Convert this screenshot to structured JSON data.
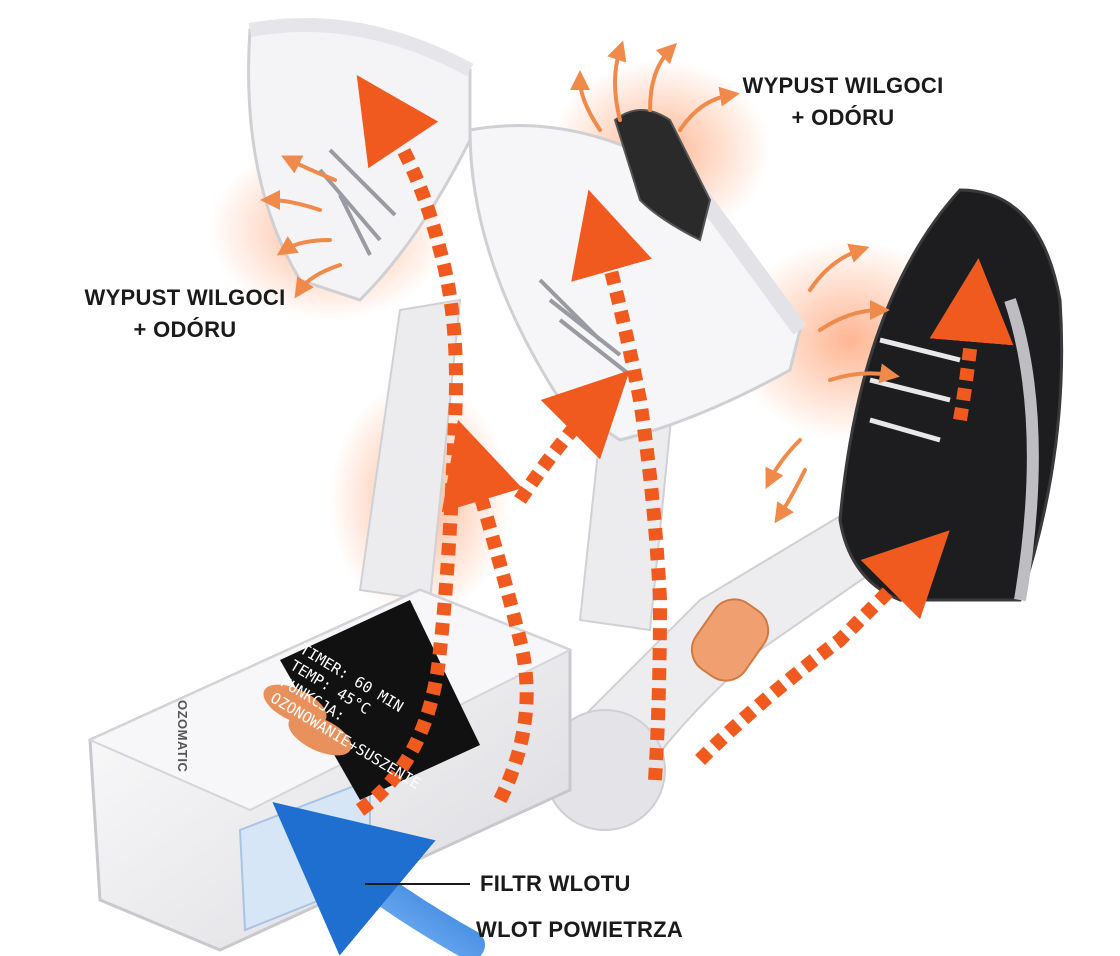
{
  "callouts": {
    "exhaust_left": [
      "WYPUST WILGOCI",
      "+ ODÓRU"
    ],
    "exhaust_right": [
      "WYPUST WILGOCI",
      "+ ODÓRU"
    ],
    "inlet_filter": "FILTR WLOTU",
    "air_intake": "WLOT POWIETRZA"
  },
  "display": {
    "timer": "TIMER: 60 MIN",
    "temp": "TEMP: 45°C",
    "function_label": "FUNKCJA:",
    "function_value": "OZONOWANIE+SUSZENIE"
  },
  "brand": "OZOMATIC",
  "colors": {
    "airflow_orange": "#f05a1e",
    "glow": "#ff8a4c",
    "intake_blue": "#2f7fd6",
    "device_white": "#f2f2f4",
    "display_black": "#111111"
  }
}
